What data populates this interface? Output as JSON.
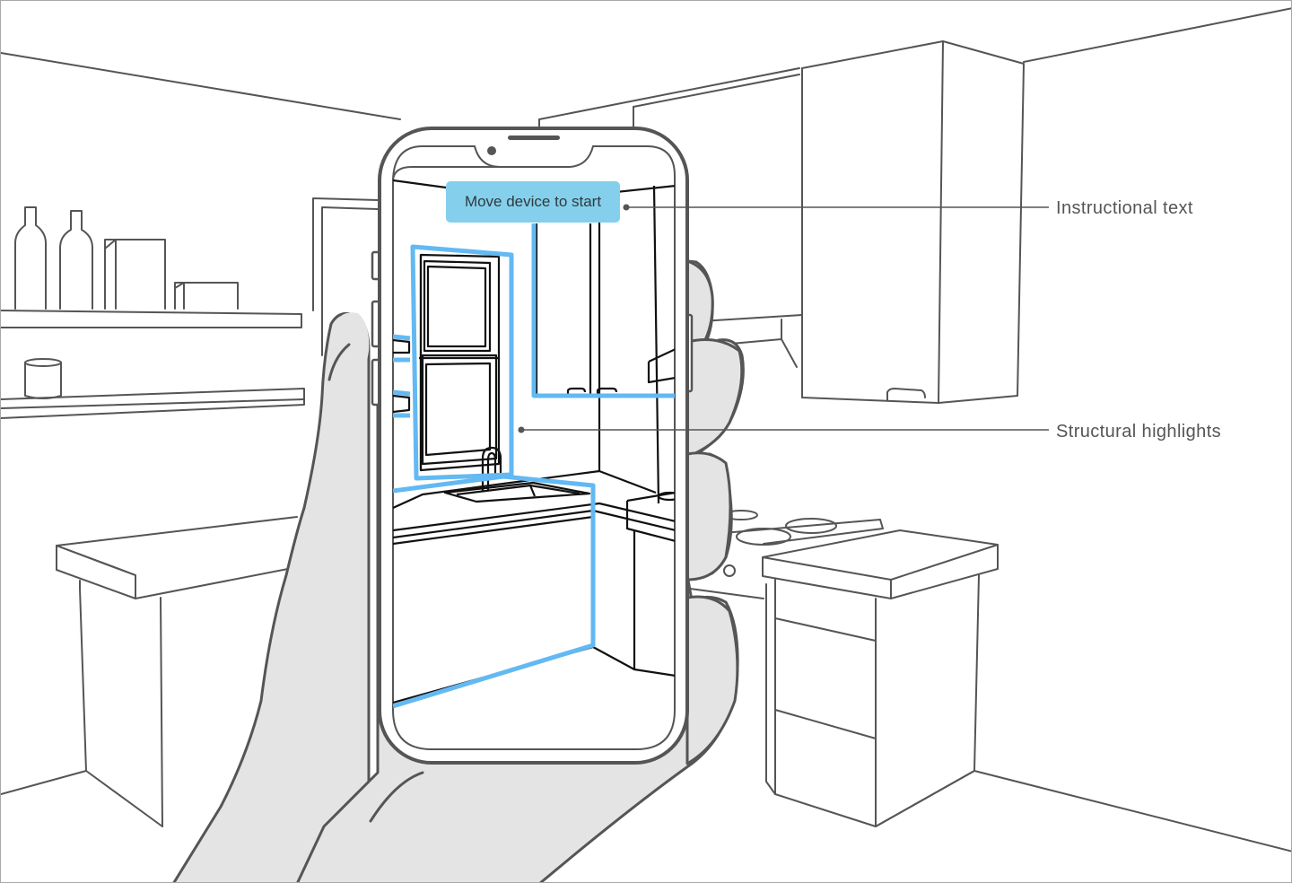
{
  "screen": {
    "instruction_text": "Move device to start"
  },
  "callouts": {
    "instructional": "Instructional text",
    "structural": "Structural highlights"
  },
  "colors": {
    "highlight": "#63b9f2",
    "instruction_banner": "#84d0ec",
    "hand_fill": "#e4e4e4",
    "outline": "#555555",
    "ink": "#111111"
  }
}
